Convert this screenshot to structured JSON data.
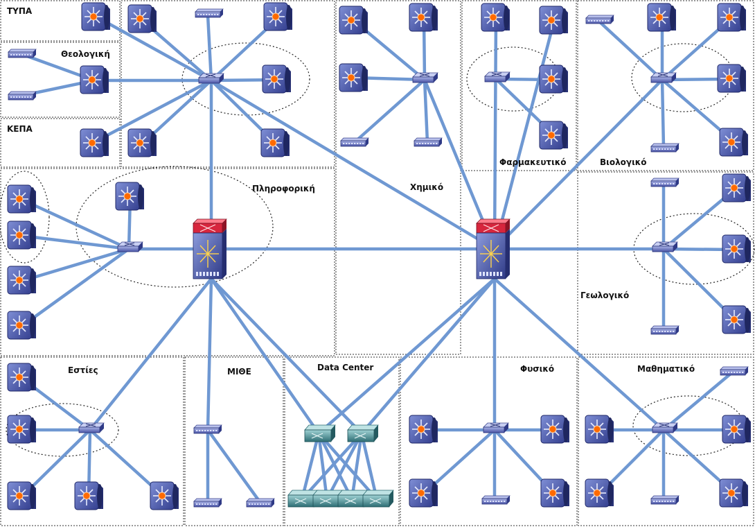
{
  "zones": [
    {
      "id": "typa",
      "label": "ΤΥΠΑ"
    },
    {
      "id": "theologiki",
      "label": "Θεολογική"
    },
    {
      "id": "kepa",
      "label": "ΚΕΠΑ"
    },
    {
      "id": "pliroforiki",
      "label": "Πληροφορική"
    },
    {
      "id": "ximiko",
      "label": "Χημικό"
    },
    {
      "id": "farmakeftiko",
      "label": "Φαρμακευτικό"
    },
    {
      "id": "viologiko",
      "label": "Βιολογικό"
    },
    {
      "id": "geologiko",
      "label": "Γεωλογικό"
    },
    {
      "id": "esties",
      "label": "Εστίες"
    },
    {
      "id": "mithe",
      "label": "ΜΙΘΕ"
    },
    {
      "id": "datacenter",
      "label": "Data Center"
    },
    {
      "id": "fysiko",
      "label": "Φυσικό"
    },
    {
      "id": "mathimatiko",
      "label": "Μαθηματικό"
    }
  ],
  "colors": {
    "link": "#6f98d2",
    "device_body": "#4a55a6",
    "core_top": "#d7263d",
    "node_core": "#ff6a00",
    "dc_switch": "#3b8a8f"
  },
  "icons": {
    "core": "core-router-icon",
    "l3": "layer3-switch-icon",
    "l2": "workgroup-switch-icon",
    "hub": "hub-icon",
    "dc": "datacenter-switch-icon"
  }
}
